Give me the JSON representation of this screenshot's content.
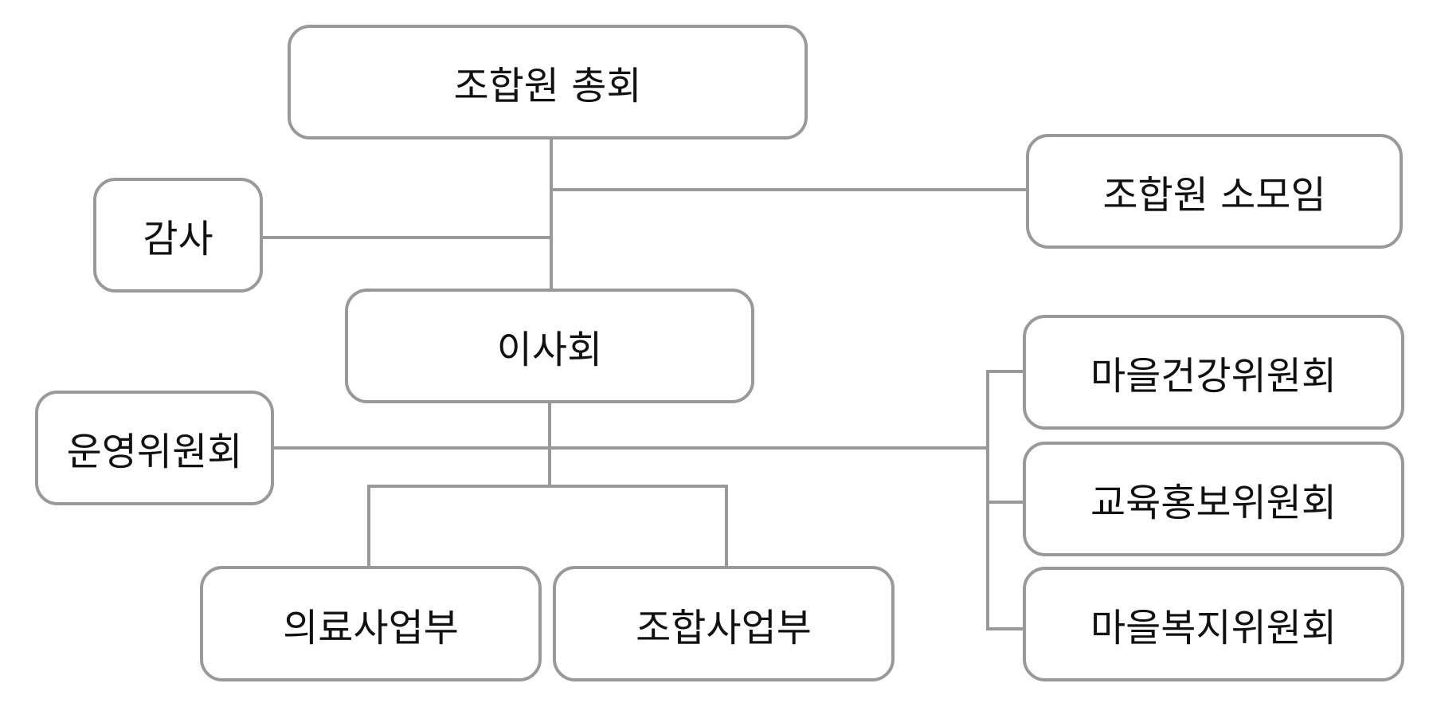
{
  "diagram": {
    "nodes": {
      "general_assembly": "조합원 총회",
      "member_group": "조합원 소모임",
      "audit": "감사",
      "board": "이사회",
      "steering_committee": "운영위원회",
      "village_health": "마을건강위원회",
      "education_pr": "교육홍보위원회",
      "village_welfare": "마을복지위원회",
      "medical_business": "의료사업부",
      "coop_business": "조합사업부"
    },
    "line_color": "#999999"
  }
}
